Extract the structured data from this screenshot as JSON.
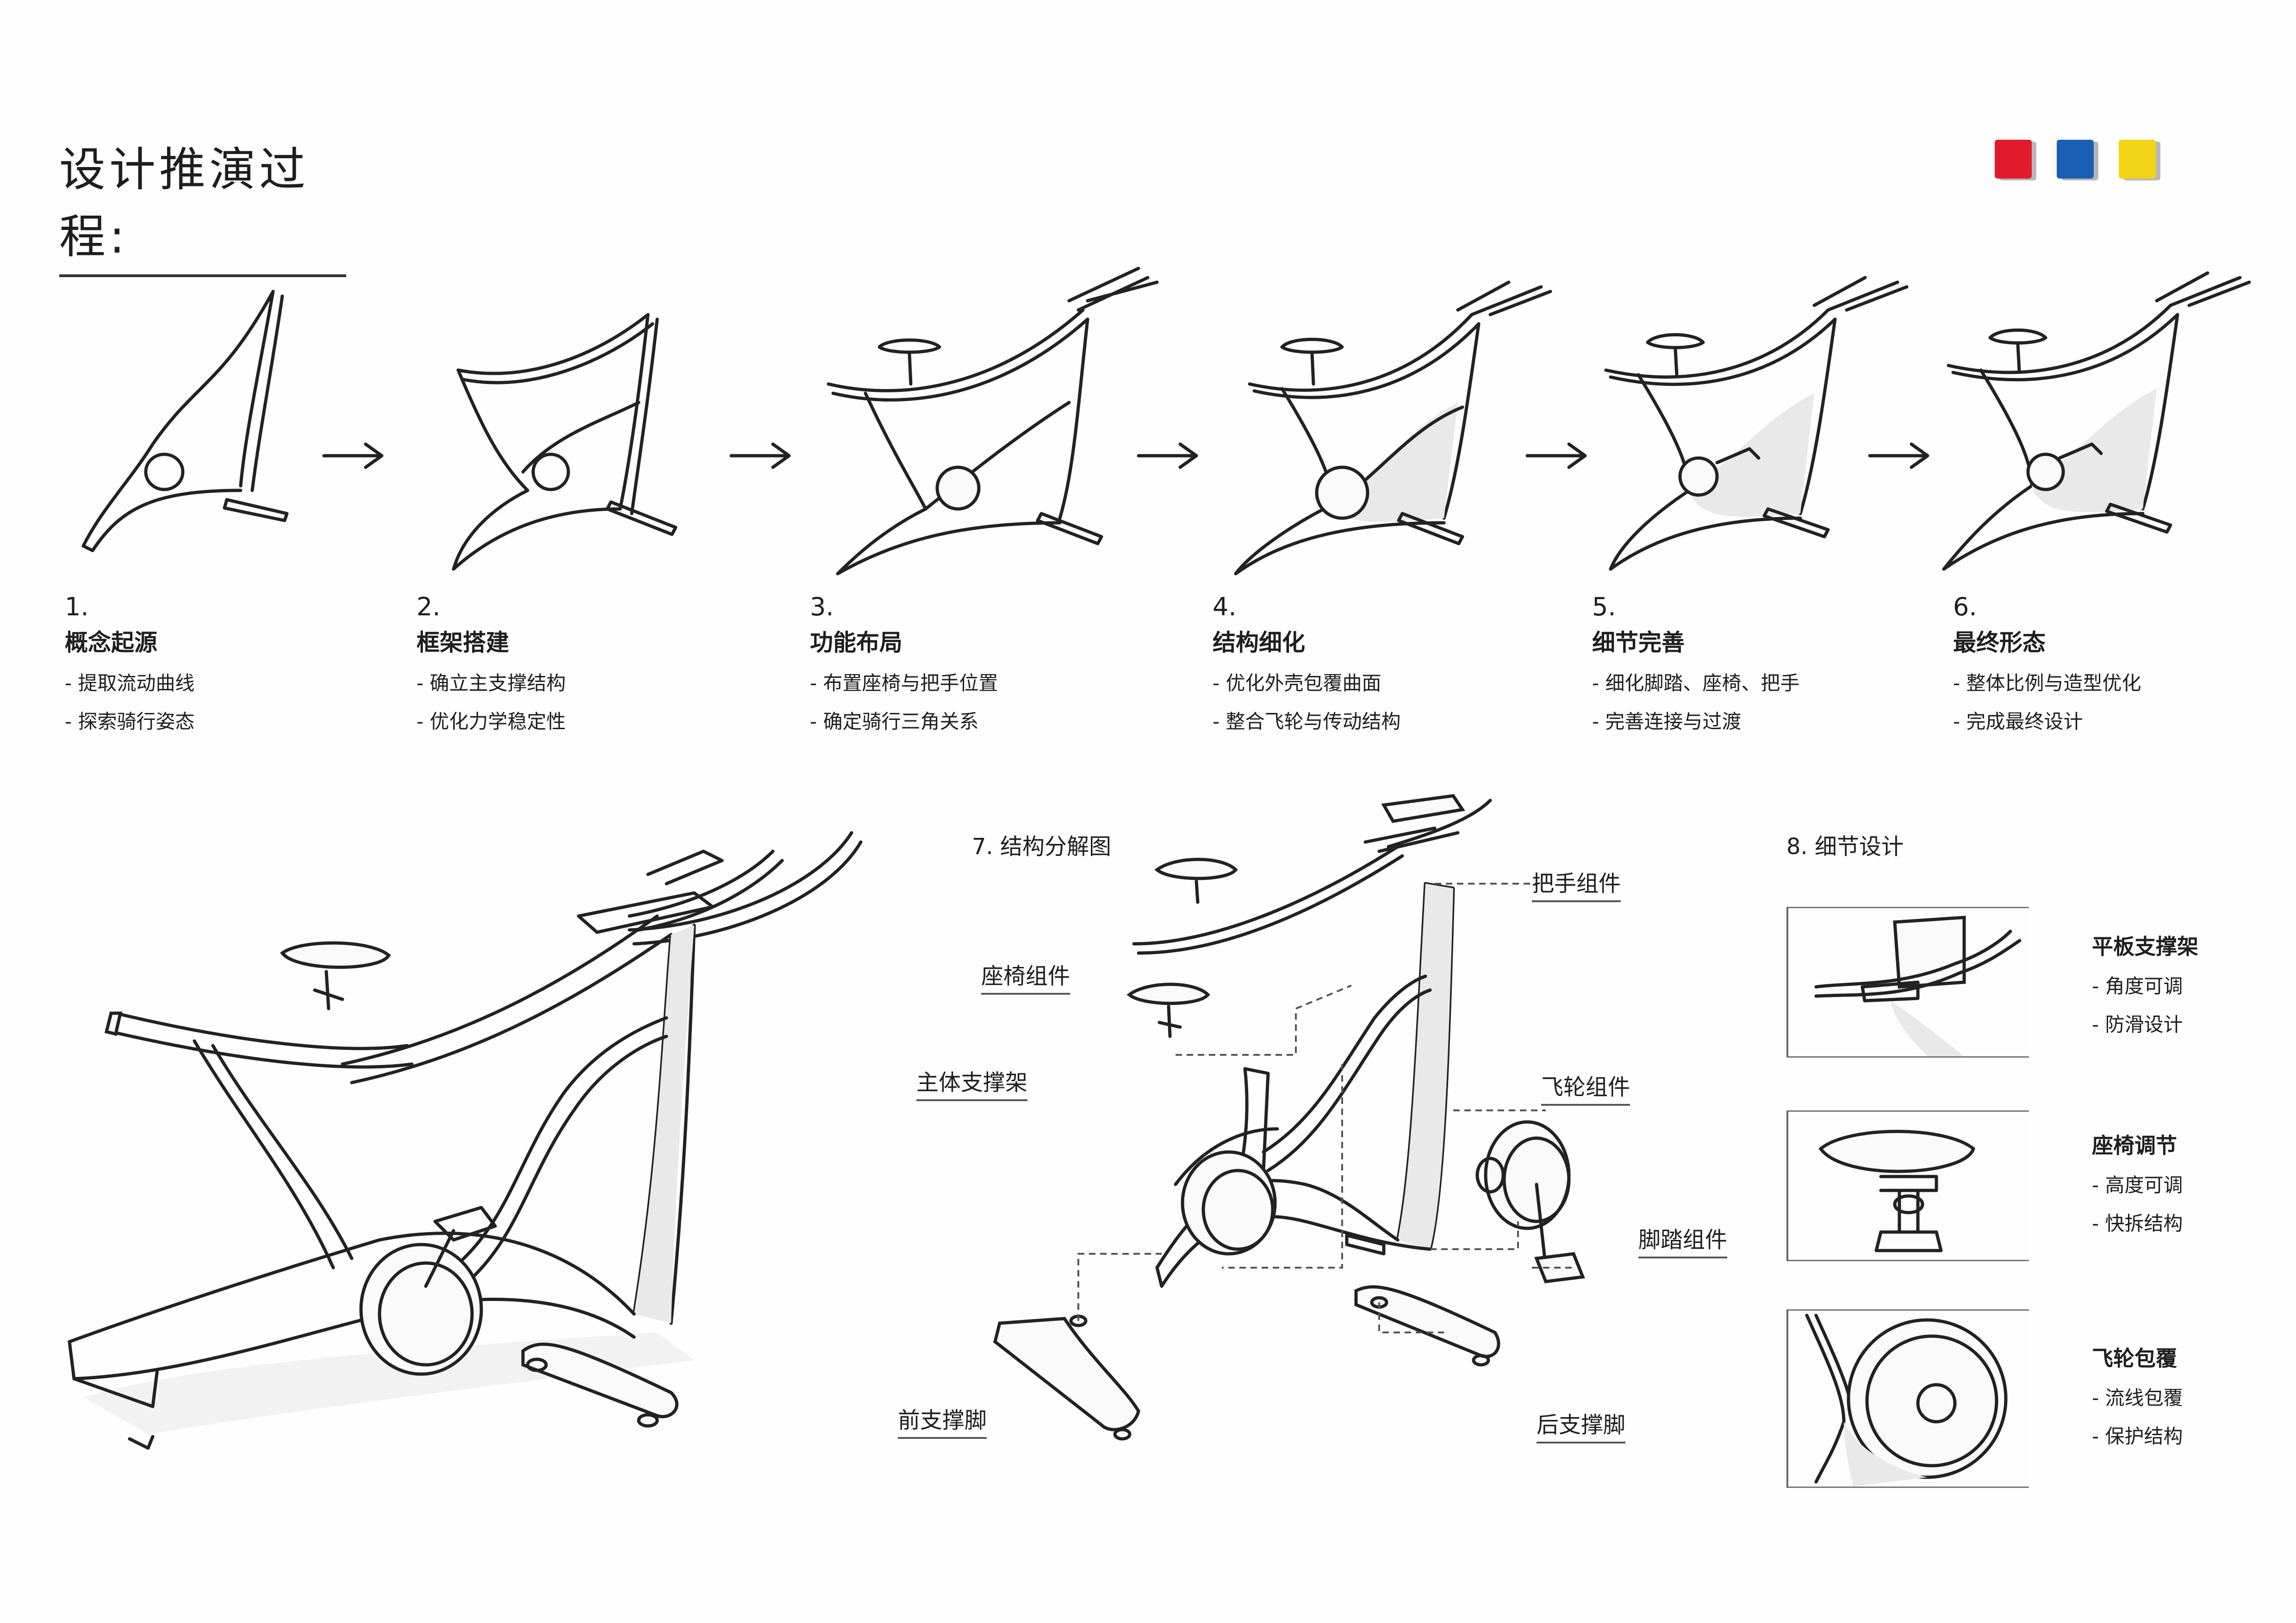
{
  "page_title": "设计推演过程:",
  "swatches": [
    "#e21b2c",
    "#1a5fb4",
    "#f2d516"
  ],
  "stages": [
    {
      "num": "1.",
      "title": "概念起源",
      "lines": [
        "提取流动曲线",
        "探索骑行姿态"
      ]
    },
    {
      "num": "2.",
      "title": "框架搭建",
      "lines": [
        "确立主支撑结构",
        "优化力学稳定性"
      ]
    },
    {
      "num": "3.",
      "title": "功能布局",
      "lines": [
        "布置座椅与把手位置",
        "确定骑行三角关系"
      ]
    },
    {
      "num": "4.",
      "title": "结构细化",
      "lines": [
        "优化外壳包覆曲面",
        "整合飞轮与传动结构"
      ]
    },
    {
      "num": "5.",
      "title": "细节完善",
      "lines": [
        "细化脚踏、座椅、把手",
        "完善连接与过渡"
      ]
    },
    {
      "num": "6.",
      "title": "最终形态",
      "lines": [
        "整体比例与造型优化",
        "完成最终设计"
      ]
    }
  ],
  "exploded": {
    "title": "7.  结构分解图",
    "labels": {
      "handlebar": "把手组件",
      "seat": "座椅组件",
      "frame": "主体支撑架",
      "flywheel": "飞轮组件",
      "pedal": "脚踏组件",
      "front_foot": "前支撑脚",
      "rear_foot": "后支撑脚"
    }
  },
  "details": {
    "title": "8.  细节设计",
    "items": [
      {
        "title": "平板支撑架",
        "lines": [
          "角度可调",
          "防滑设计"
        ]
      },
      {
        "title": "座椅调节",
        "lines": [
          "高度可调",
          "快拆结构"
        ]
      },
      {
        "title": "飞轮包覆",
        "lines": [
          "流线包覆",
          "保护结构"
        ]
      }
    ]
  }
}
